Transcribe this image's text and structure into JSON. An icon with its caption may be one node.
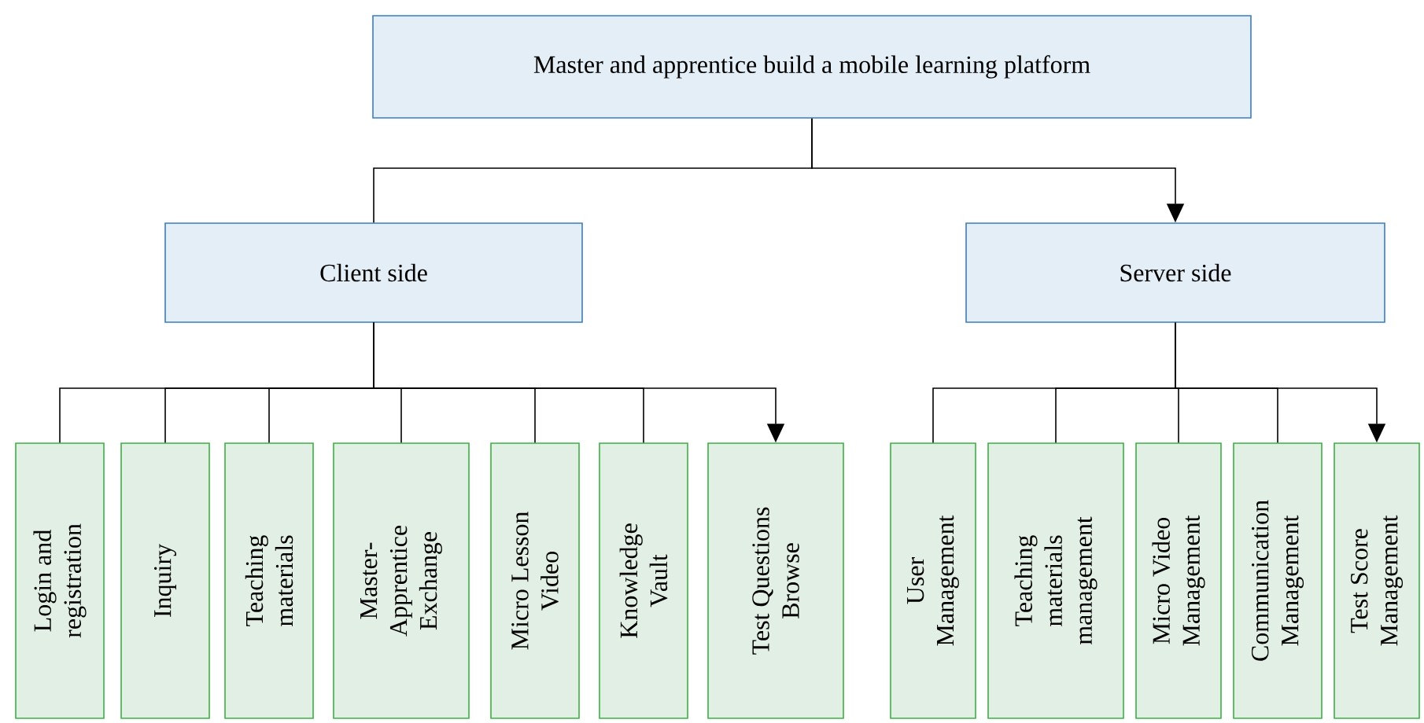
{
  "diagram": {
    "nodes": [
      {
        "text": [
          "Master and apprentice build a mobile learning platform"
        ]
      },
      {
        "text": [
          "Client side"
        ]
      },
      {
        "text": [
          "Server side"
        ]
      },
      {
        "text": [
          "Login and registration"
        ]
      },
      {
        "text": [
          "Inquiry"
        ]
      },
      {
        "text": [
          "Teaching materials"
        ]
      },
      {
        "text": [
          "Master-Apprentice Exchange"
        ]
      },
      {
        "text": [
          "Micro Lesson Video"
        ]
      },
      {
        "text": [
          "Knowledge Vault"
        ]
      },
      {
        "text": [
          "Test Questions Browse"
        ]
      },
      {
        "text": [
          "User Management"
        ]
      },
      {
        "text": [
          "Teaching materials management"
        ]
      },
      {
        "text": [
          "Micro Video Management"
        ]
      },
      {
        "text": [
          "Communication Management"
        ]
      },
      {
        "text": [
          "Test Score Management"
        ]
      }
    ],
    "edges": [
      {
        "from": 0,
        "to": 1,
        "arrow": "none"
      },
      {
        "from": 0,
        "to": 2,
        "arrow": "to"
      },
      {
        "from": 1,
        "to": 3,
        "arrow": "none"
      },
      {
        "from": 1,
        "to": 4,
        "arrow": "none"
      },
      {
        "from": 1,
        "to": 5,
        "arrow": "none"
      },
      {
        "from": 1,
        "to": 6,
        "arrow": "none"
      },
      {
        "from": 1,
        "to": 7,
        "arrow": "none"
      },
      {
        "from": 1,
        "to": 8,
        "arrow": "none"
      },
      {
        "from": 1,
        "to": 9,
        "arrow": "to"
      },
      {
        "from": 2,
        "to": 10,
        "arrow": "none"
      },
      {
        "from": 2,
        "to": 11,
        "arrow": "none"
      },
      {
        "from": 2,
        "to": 12,
        "arrow": "none"
      },
      {
        "from": 2,
        "to": 13,
        "arrow": "none"
      },
      {
        "from": 2,
        "to": 14,
        "arrow": "to"
      }
    ]
  }
}
